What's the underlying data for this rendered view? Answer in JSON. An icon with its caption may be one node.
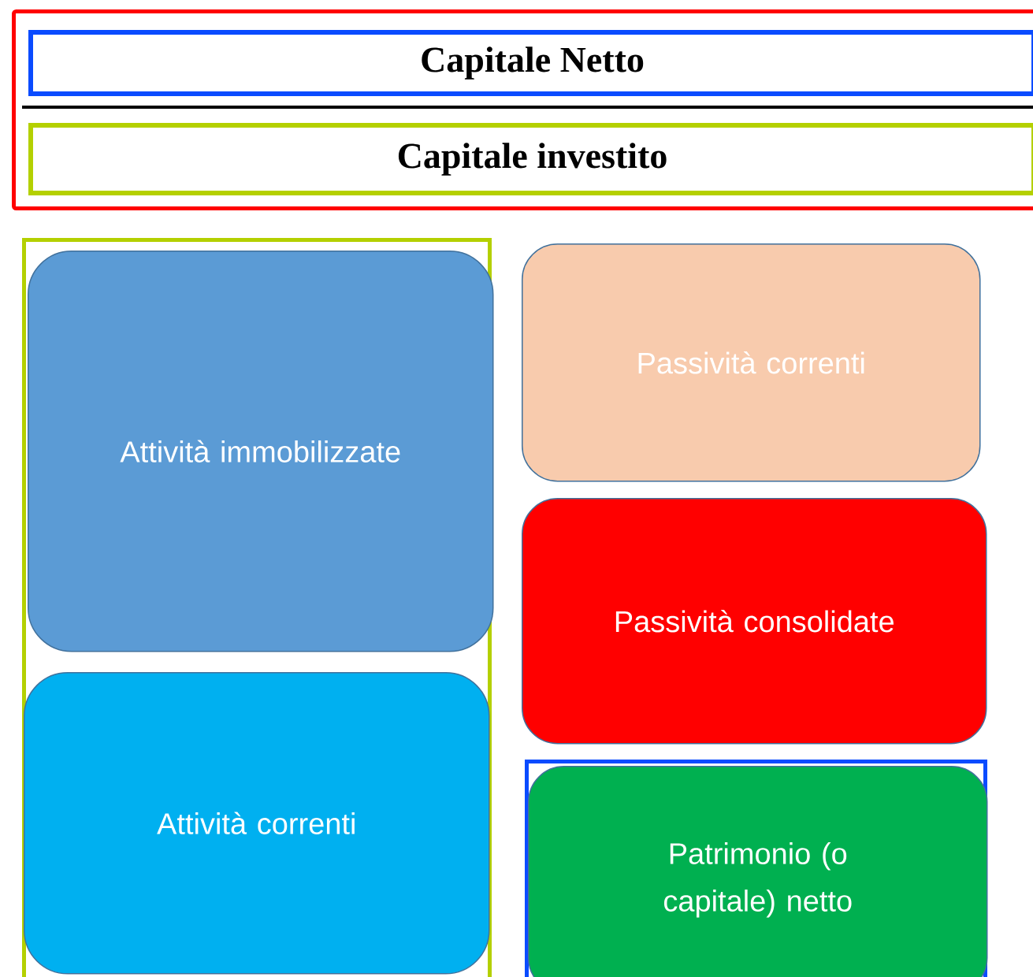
{
  "diagram": {
    "nodes": [
      {
        "text": [],
        "shape": "box"
      },
      {
        "text": [
          "Capitale Netto"
        ],
        "in": 0
      },
      {
        "text": [
          "Capitale investito"
        ],
        "in": 0
      },
      {
        "text": [],
        "shape": "box"
      },
      {
        "text": [
          "Attività immobilizzate"
        ],
        "in": 3
      },
      {
        "text": [
          "Attività correnti"
        ],
        "in": 3
      },
      {
        "text": [
          "Passività correnti"
        ]
      },
      {
        "text": [
          "Passività consolidate"
        ]
      },
      {
        "text": [],
        "shape": "box"
      },
      {
        "text": [
          "Patrimonio (o capitale) netto"
        ],
        "in": 8
      }
    ]
  }
}
